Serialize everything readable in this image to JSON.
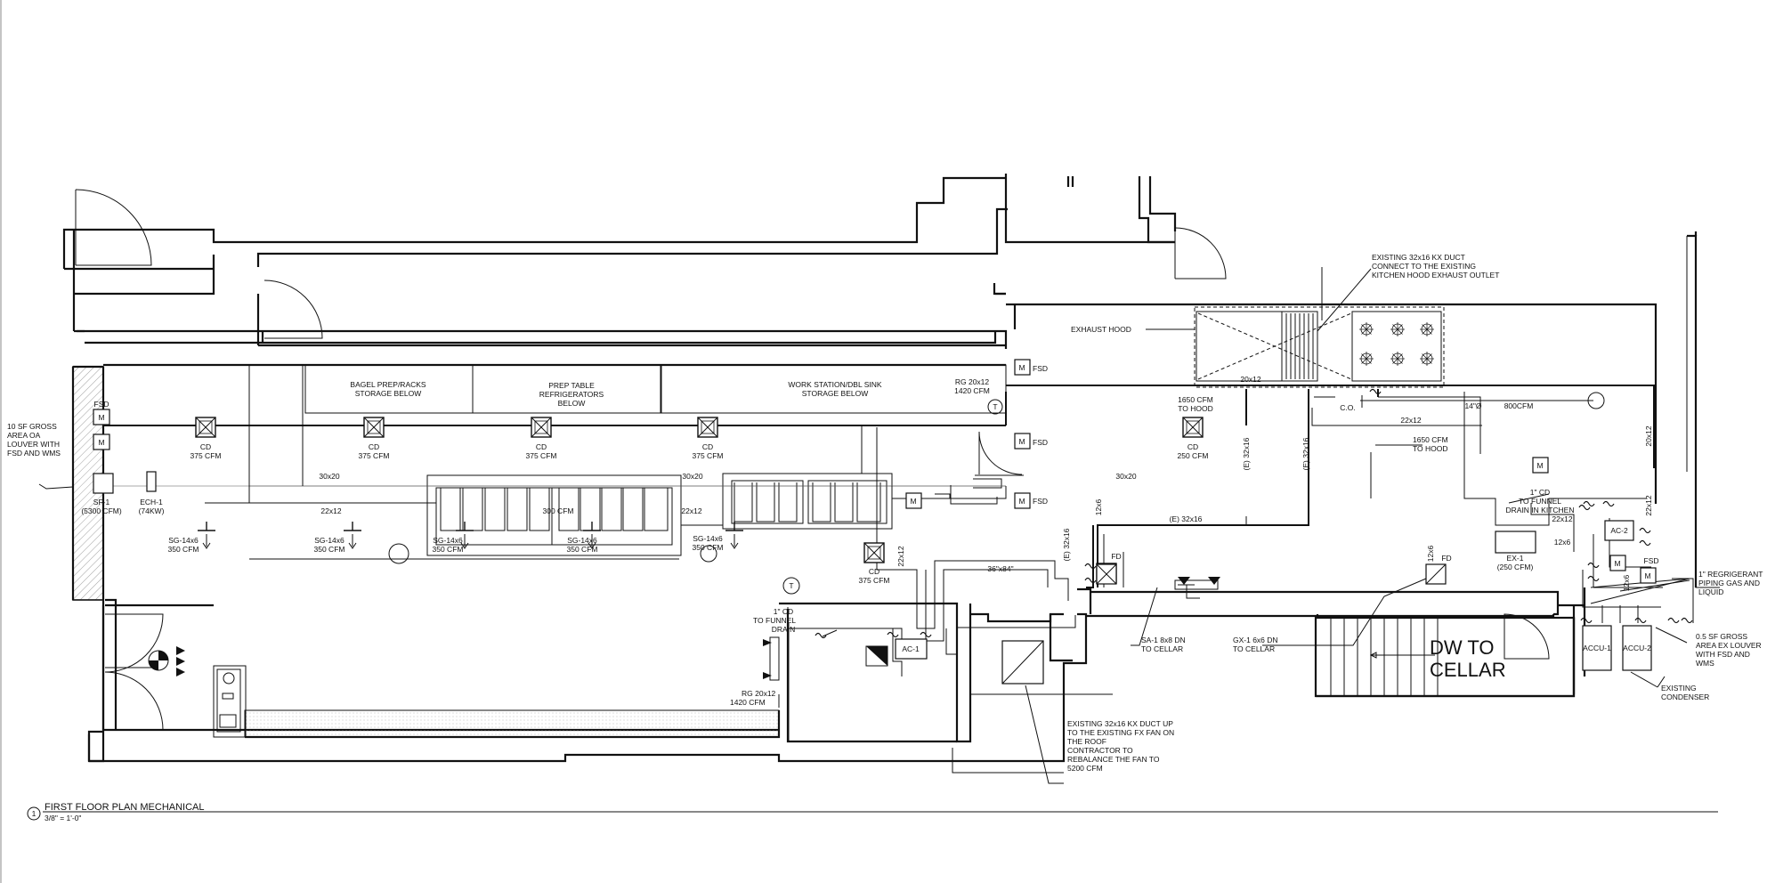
{
  "drawing": {
    "title": "FIRST FLOOR PLAN MECHANICAL",
    "scale": "3/8\" = 1'-0\"",
    "number": "1"
  },
  "labels": {
    "louver_oa_1": "10 SF GROSS",
    "louver_oa_2": "AREA OA",
    "louver_oa_3": "LOUVER WITH",
    "louver_oa_4": "FSD AND WMS",
    "fsd": "FSD",
    "sf1_name": "SF-1",
    "sf1_cfm": "(5300 CFM)",
    "ech1_name": "ECH-1",
    "ech1_kw": "(74KW)",
    "bagel_1": "BAGEL PREP/RACKS",
    "bagel_2": "STORAGE BELOW",
    "prep_1": "PREP TABLE",
    "prep_2": "REFRIGERATORS",
    "prep_3": "BELOW",
    "work_1": "WORK STATION/DBL SINK",
    "work_2": "STORAGE BELOW",
    "cd": "CD",
    "cd_375": "375 CFM",
    "cd_250": "250 CFM",
    "sg": "SG-14x6",
    "sg_cfm": "350 CFM",
    "duct_30x20": "30x20",
    "duct_22x12": "22x12",
    "cfm_300": "300 CFM",
    "rg_top_1": "RG 20x12",
    "rg_top_2": "1420 CFM",
    "rg_bot_1": "RG 20x12",
    "rg_bot_2": "1420 CFM",
    "exhaust_hood": "EXHAUST HOOD",
    "existing_kx_1": "EXISTING 32x16 KX DUCT",
    "existing_kx_2": "CONNECT TO THE EXISTING",
    "existing_kx_3": "KITCHEN HOOD EXHAUST OUTLET",
    "hood_duct": "20x12",
    "hood_cfm_1": "1650 CFM",
    "hood_cfm_2": "TO HOOD",
    "co": "C.O.",
    "dia_14": "14\"Ø",
    "cfm_800": "800CFM",
    "e_32x16": "(E) 32x16",
    "duct_12x6": "12x6",
    "duct_20x12": "20x12",
    "cd_drain_1": "1\" CD",
    "cd_drain_2": "TO FUNNEL",
    "cd_drain_3": "DRAIN IN KITCHEN",
    "cd_drain_b1": "1\" CD",
    "cd_drain_b2": "TO FUNNEL",
    "cd_drain_b3": "DRAIN",
    "ac2": "AC-2",
    "ac1": "AC-1",
    "ex1_name": "EX-1",
    "ex1_cfm": "(250 CFM)",
    "fd": "FD",
    "m": "M",
    "t": "T",
    "size_36x84": "36\"x84\"",
    "refrig_1": "1\" REGRIGERANT",
    "refrig_2": "PIPING GAS AND",
    "refrig_3": "LIQUID",
    "louver_ex_1": "0.5 SF GROSS",
    "louver_ex_2": "AREA EX LOUVER",
    "louver_ex_3": "WITH FSD AND",
    "louver_ex_4": "WMS",
    "sa1_1": "SA-1 8x8 DN",
    "sa1_2": "TO CELLAR",
    "gx1_1": "GX-1 6x6 DN",
    "gx1_2": "TO CELLAR",
    "dw_1": "DW TO",
    "dw_2": "CELLAR",
    "accu1": "ACCU-1",
    "accu2": "ACCU-2",
    "cond_1": "EXISTING",
    "cond_2": "CONDENSER",
    "kxup_1": "EXISTING 32x16 KX DUCT UP",
    "kxup_2": "TO THE EXISTING FX FAN ON",
    "kxup_3": "THE ROOF",
    "kxup_4": "CONTRACTOR TO",
    "kxup_5": "REBALANCE THE FAN TO",
    "kxup_6": "5200 CFM"
  }
}
